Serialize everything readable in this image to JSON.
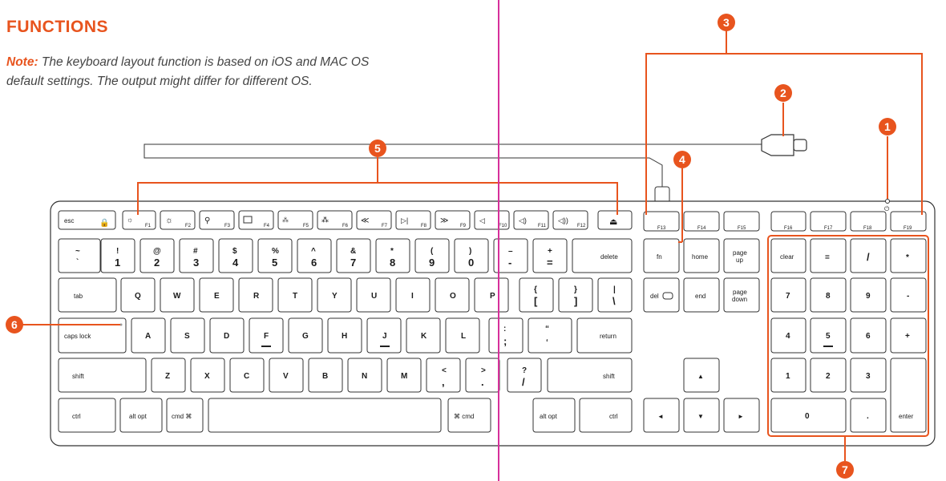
{
  "title": "FUNCTIONS",
  "note": {
    "label": "Note:",
    "text": " The keyboard layout function is based on iOS and MAC OS default settings. The output might differ for different OS."
  },
  "colors": {
    "accent": "#e8541e",
    "divider": "#d62f9a",
    "key_stroke": "#333333"
  },
  "callouts": [
    "1",
    "2",
    "3",
    "4",
    "5",
    "6",
    "7"
  ],
  "keys": {
    "esc": "esc",
    "f1": "F1",
    "f2": "F2",
    "f3": "F3",
    "f4": "F4",
    "f5": "F5",
    "f6": "F6",
    "f7": "F7",
    "f8": "F8",
    "f9": "F9",
    "f10": "F10",
    "f11": "F11",
    "f12": "F12",
    "f13": "F13",
    "f14": "F14",
    "f15": "F15",
    "f16": "F16",
    "f17": "F17",
    "f18": "F18",
    "f19": "F19",
    "tilde": "~",
    "backtick": "`",
    "n1s": "!",
    "n1": "1",
    "n2s": "@",
    "n2": "2",
    "n3s": "#",
    "n3": "3",
    "n4s": "$",
    "n4": "4",
    "n5s": "%",
    "n5": "5",
    "n6s": "^",
    "n6": "6",
    "n7s": "&",
    "n7": "7",
    "n8s": "*",
    "n8": "8",
    "n9s": "(",
    "n9": "9",
    "n0s": ")",
    "n0": "0",
    "minus_s": "–",
    "minus": "-",
    "plus_s": "+",
    "equals": "=",
    "delete": "delete",
    "fn": "fn",
    "home": "home",
    "page_up": "page\nup",
    "clear": "clear",
    "np_eq": "=",
    "np_div": "/",
    "np_mul": "*",
    "tab": "tab",
    "q": "Q",
    "w": "W",
    "e": "E",
    "r": "R",
    "t": "T",
    "y": "Y",
    "u": "U",
    "i": "I",
    "o": "O",
    "p": "P",
    "lbrace": "{",
    "lbracket": "[",
    "rbrace": "}",
    "rbracket": "]",
    "pipe": "|",
    "backslash": "\\",
    "del_fwd": "del",
    "end": "end",
    "page_down": "page\ndown",
    "np7": "7",
    "np8": "8",
    "np9": "9",
    "np_minus": "-",
    "caps": "caps lock",
    "a": "A",
    "s": "S",
    "d": "D",
    "f": "F",
    "g": "G",
    "h": "H",
    "j": "J",
    "k": "K",
    "l": "L",
    "colon": ":",
    "semicolon": ";",
    "quote_s": "“",
    "quote": "‘",
    "return": "return",
    "np4": "4",
    "np5": "5",
    "np6": "6",
    "np_plus": "+",
    "shift": "shift",
    "z": "Z",
    "x": "X",
    "c": "C",
    "v": "V",
    "b": "B",
    "n": "N",
    "m": "M",
    "lt": "<",
    "comma": ",",
    "gt": ">",
    "period": ".",
    "qmark": "?",
    "slash": "/",
    "np1": "1",
    "np2": "2",
    "np3": "3",
    "ctrl": "ctrl",
    "alt_opt": "alt opt",
    "cmd": "cmd ⌘",
    "cmd_r": "⌘ cmd",
    "np0": "0",
    "np_dot": ".",
    "enter": "enter"
  }
}
